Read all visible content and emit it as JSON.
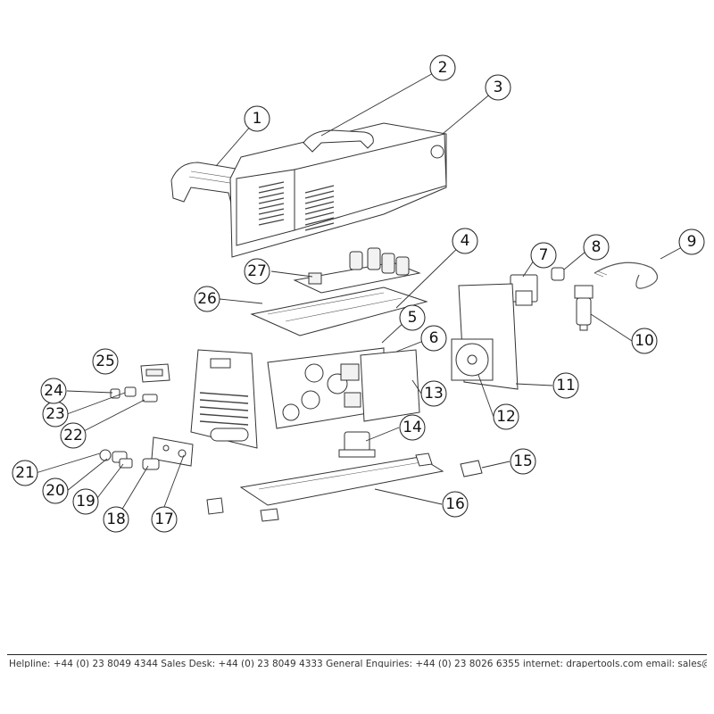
{
  "diagram": {
    "callouts": [
      "1",
      "2",
      "3",
      "4",
      "5",
      "6",
      "7",
      "8",
      "9",
      "10",
      "11",
      "12",
      "13",
      "14",
      "15",
      "16",
      "17",
      "18",
      "19",
      "20",
      "21",
      "22",
      "23",
      "24",
      "25",
      "26",
      "27"
    ]
  },
  "footer": {
    "contact_line": "Helpline: +44 (0) 23 8049 4344   Sales Desk: +44 (0) 23 8049 4333   General Enquiries: +44 (0) 23 8026 6355   internet: drapertools.com   email: sales@drapertools.com"
  }
}
